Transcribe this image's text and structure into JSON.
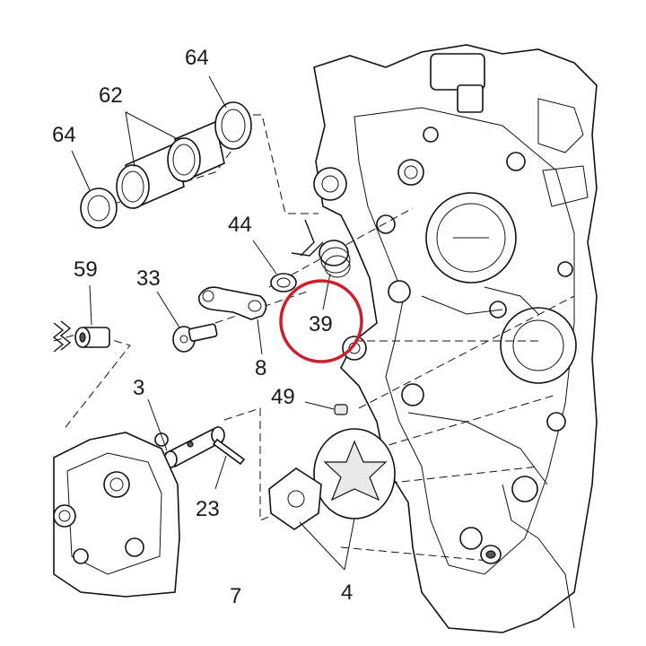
{
  "labels": {
    "p64_top": "64",
    "p62": "62",
    "p64_left": "64",
    "p44": "44",
    "p59": "59",
    "p33": "33",
    "p39": "39",
    "p8": "8",
    "p49": "49",
    "p3": "3",
    "p23": "23",
    "p7": "7",
    "p4": "4"
  },
  "highlight": {
    "color": "#cc1f2e",
    "target": "39"
  }
}
